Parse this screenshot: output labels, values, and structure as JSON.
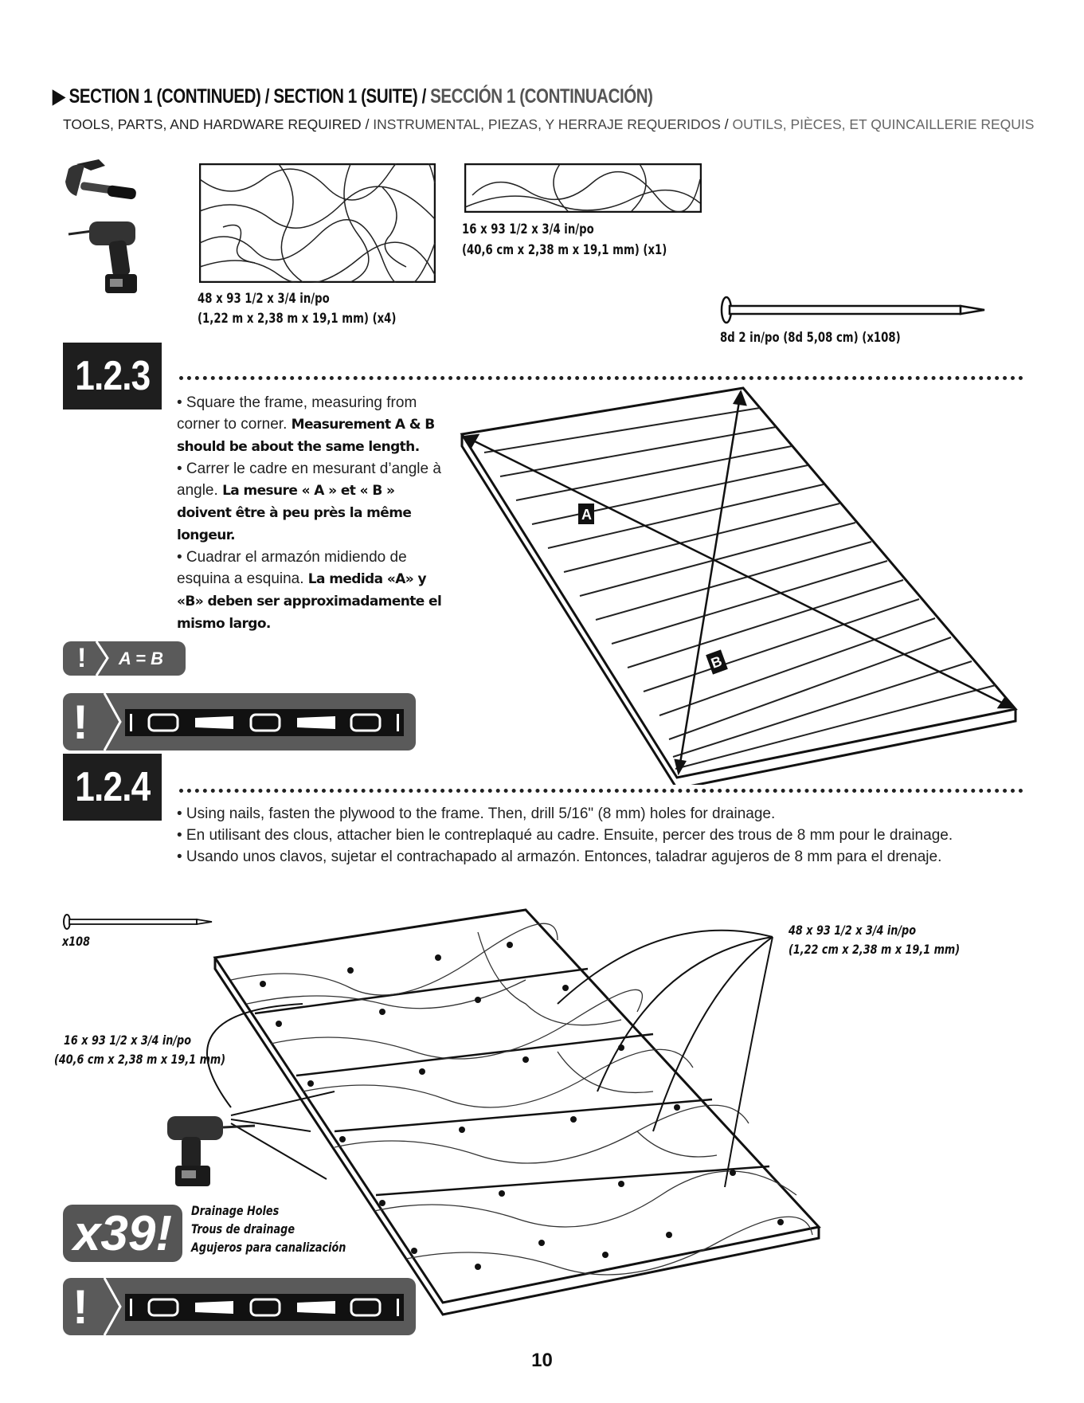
{
  "section": {
    "title_en": "SECTION 1 (CONTINUED)",
    "title_fr": "SECTION 1 (SUITE)",
    "title_es": "SECCIÓN 1 (CONTINUACIÓN)",
    "separator": " / "
  },
  "tools": {
    "en": "TOOLS, PARTS, AND HARDWARE REQUIRED",
    "es": "INSTRUMENTAL, PIEZAS, Y HERRAJE REQUERIDOS",
    "fr": "OUTILS, PIÈCES, ET QUINCAILLERIE REQUIS",
    "separator": " / "
  },
  "parts": {
    "plywood_large": {
      "dims": "48 x 93 1/2 x 3/4 in/po",
      "metric": "(1,22 m x 2,38 m x 19,1 mm) (x4)"
    },
    "plywood_small": {
      "dims": "16 x 93 1/2 x 3/4 in/po",
      "metric": "(40,6 cm x 2,38 m x 19,1 mm) (x1)"
    },
    "nail": {
      "label": "8d 2 in/po (8d 5,08 cm) (x108)"
    }
  },
  "step_123": {
    "number": "1.2.3",
    "en_text": "• Square the frame, measuring from corner to corner.",
    "en_bold": "Measurement A & B should be about the same length.",
    "fr_text": "• Carrer le cadre en mesurant d’angle à angle.",
    "fr_bold": "La mesure « A » et « B » doivent être à peu près la même longeur.",
    "es_text": "• Cuadrar el armazón midiendo de esquina a esquina.",
    "es_bold": "La medida «A» y «B» deben ser approximadamente el mismo largo.",
    "warning_mark": "!",
    "warning_text": "A = B",
    "diagram_label_a": "A",
    "diagram_label_b": "B"
  },
  "step_124": {
    "number": "1.2.4",
    "en_text": "• Using nails, fasten the plywood to the frame. Then, drill 5/16\" (8 mm) holes for drainage.",
    "fr_text": "• En utilisant des clous, attacher bien le contreplaqué au cadre. Ensuite, percer des trous de 8 mm pour le drainage.",
    "es_text": "• Usando unos clavos, sujetar el contrachapado al armazón. Entonces, taladrar agujeros de 8 mm para el drenaje.",
    "nail_qty": "x108",
    "callout_right_1": "48 x 93 1/2 x 3/4 in/po",
    "callout_right_2": "(1,22 cm x 2,38 m x 19,1 mm)",
    "callout_left_1": "16 x 93 1/2 x 3/4 in/po",
    "callout_left_2": "(40,6 cm x 2,38 m x  19,1 mm)",
    "holes_count": "x39!",
    "holes_en": "Drainage Holes",
    "holes_fr": "Trous de drainage",
    "holes_es": "Agujeros para canalización",
    "warning_mark": "!"
  },
  "page_number": "10"
}
